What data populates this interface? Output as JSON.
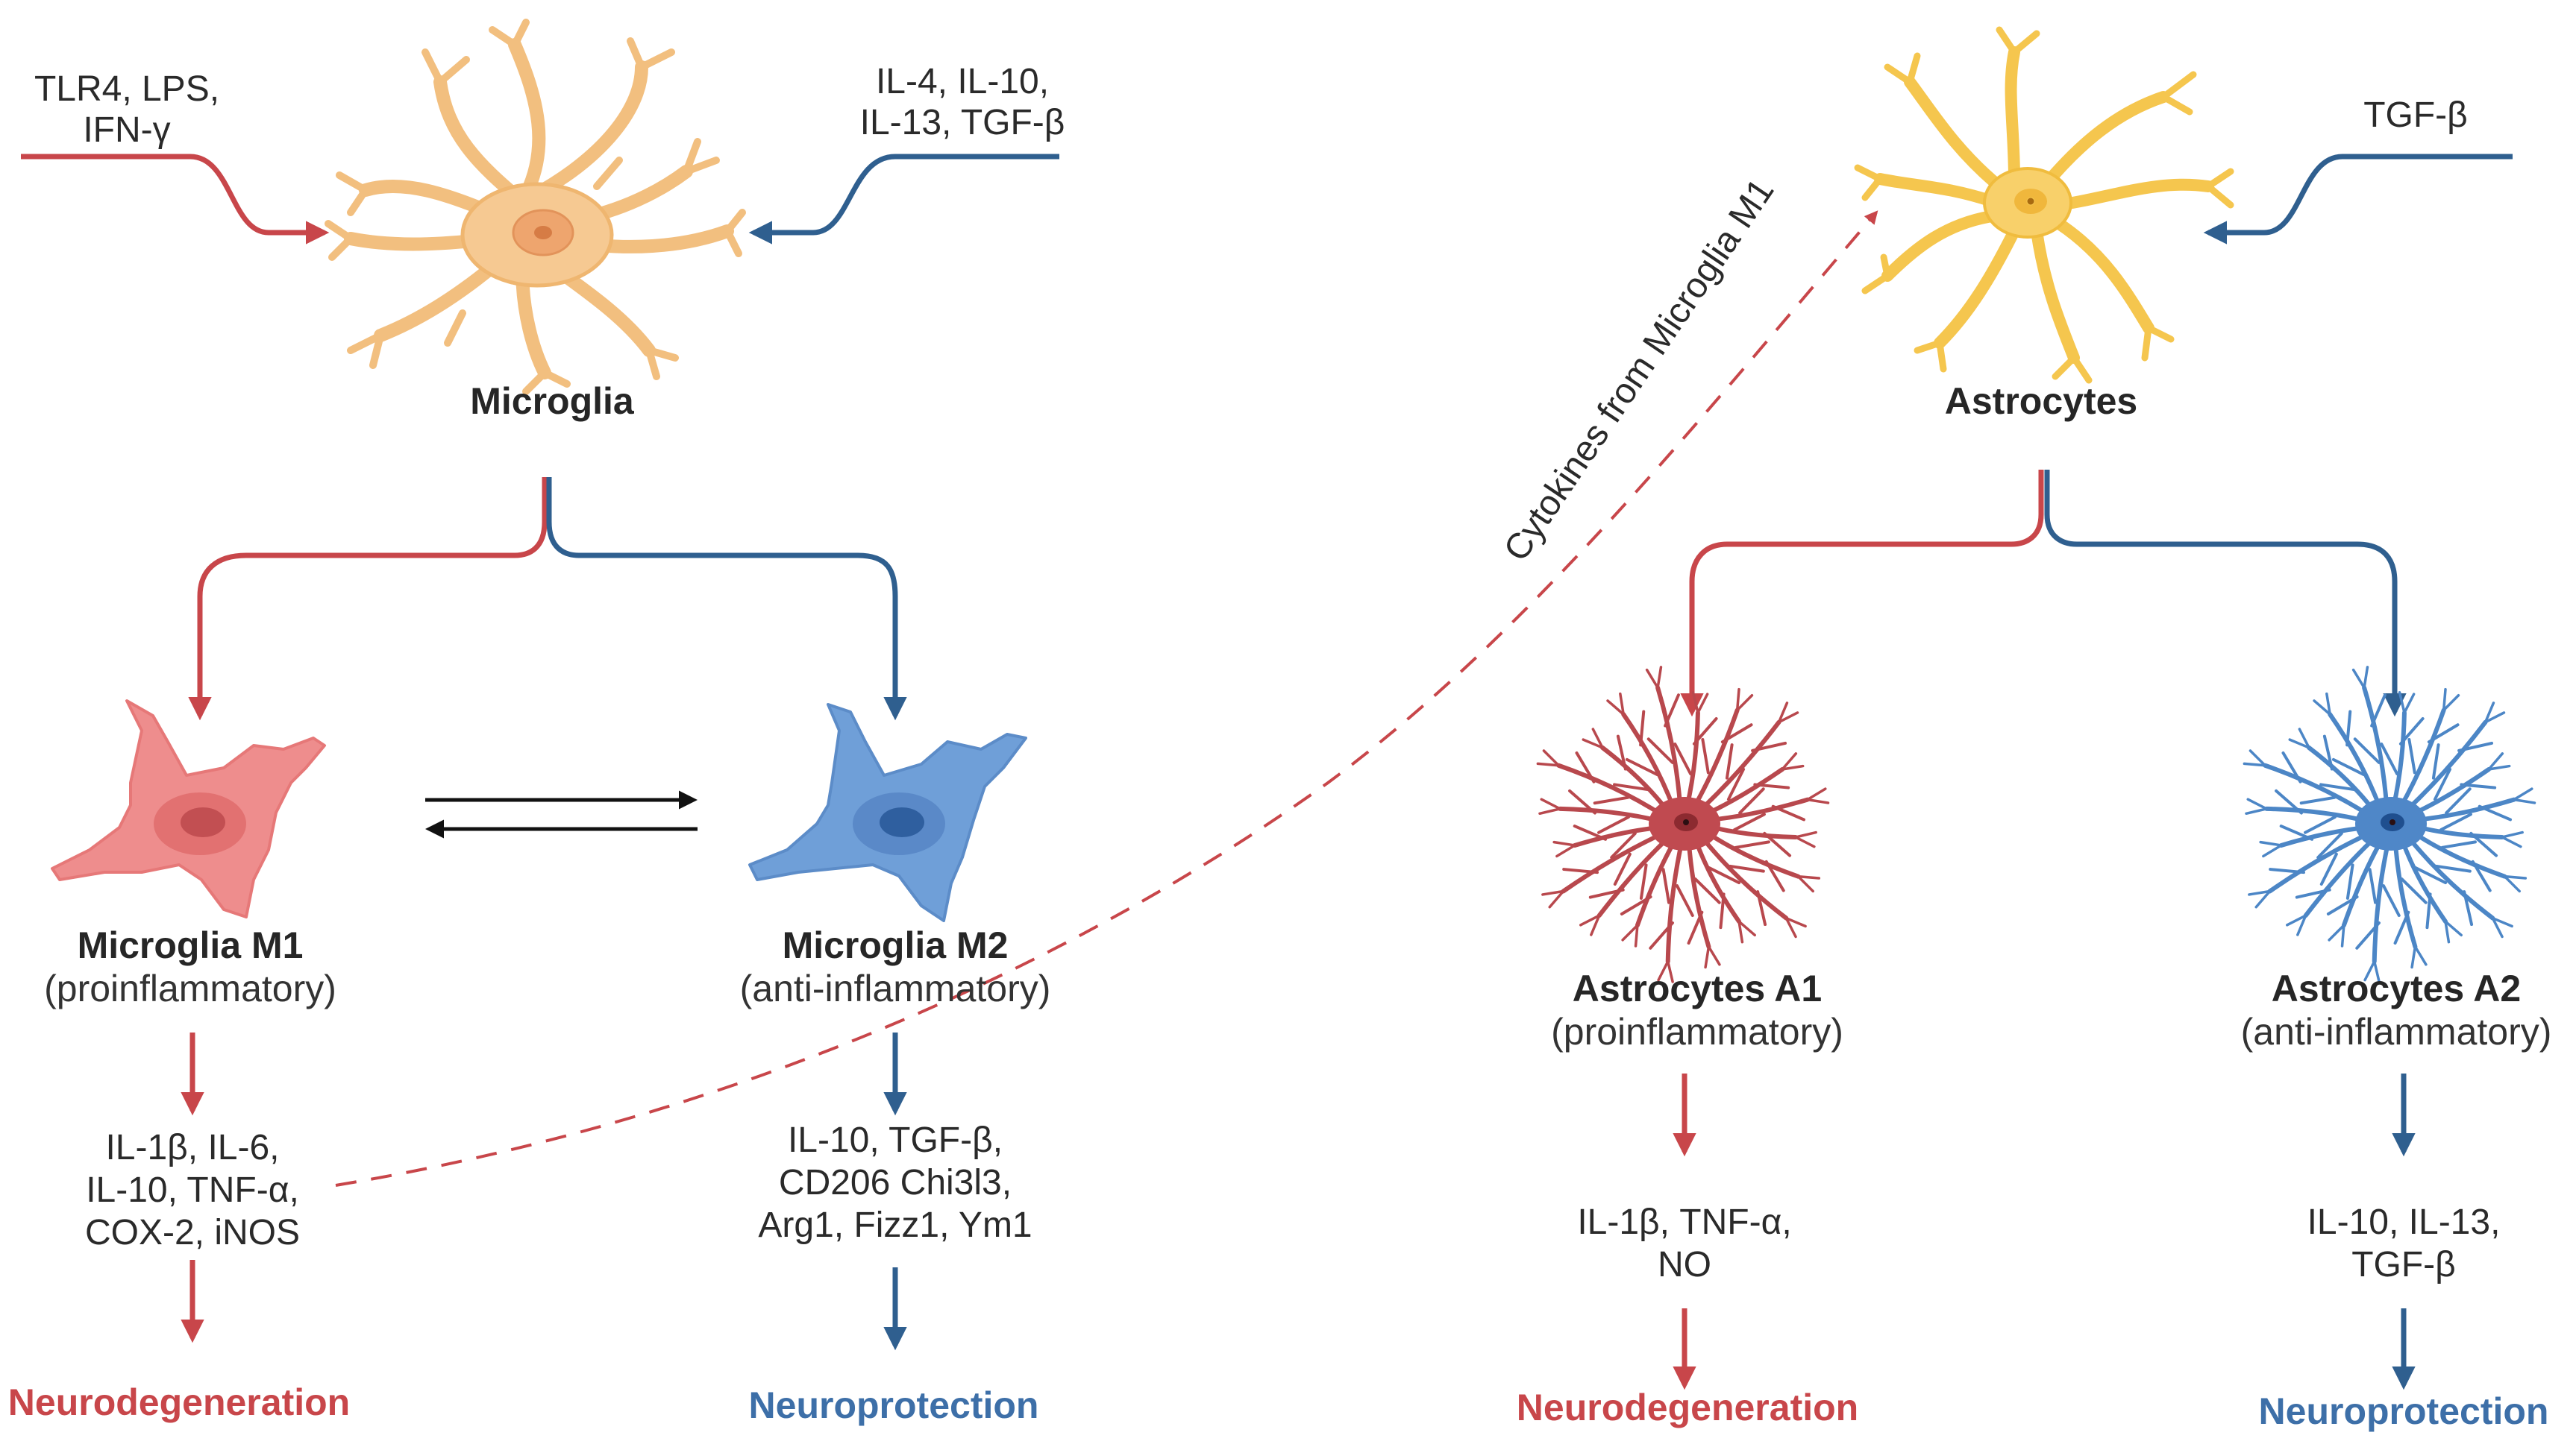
{
  "colors": {
    "red": "#c8464a",
    "blue": "#2f5f8f",
    "outcome_red": "#c8464a",
    "outcome_blue": "#3d6fa8",
    "microglia_body": "#f7c98e",
    "astrocyte_body": "#f6cd5a",
    "m1_body": "#ee8f8f",
    "m2_body": "#6f9fd8",
    "a1_body": "#b8484d",
    "a2_body": "#4c86c6"
  },
  "inputs": {
    "microglia_pro_line1": "TLR4, LPS,",
    "microglia_pro_line2": "IFN-γ",
    "microglia_anti_line1": "IL-4, IL-10,",
    "microglia_anti_line2": "IL-13, TGF-β",
    "astrocyte_anti": "TGF-β"
  },
  "microglia": {
    "title": "Microglia",
    "m1": {
      "title": "Microglia M1",
      "subtitle": "(proinflammatory)",
      "factors": [
        "IL-1β, IL-6,",
        "IL-10, TNF-α,",
        "COX-2, iNOS"
      ],
      "outcome": "Neurodegeneration"
    },
    "m2": {
      "title": "Microglia M2",
      "subtitle": "(anti-inflammatory)",
      "factors": [
        "IL-10, TGF-β,",
        "CD206 Chi3l3,",
        "Arg1, Fizz1, Ym1"
      ],
      "outcome": "Neuroprotection"
    }
  },
  "crosstalk_label": "Cytokines from Microglia M1",
  "astrocytes": {
    "title": "Astrocytes",
    "a1": {
      "title": "Astrocytes A1",
      "subtitle": "(proinflammatory)",
      "factors": [
        "IL-1β, TNF-α,",
        "NO"
      ],
      "outcome": "Neurodegeneration"
    },
    "a2": {
      "title": "Astrocytes A2",
      "subtitle": "(anti-inflammatory)",
      "factors": [
        "IL-10, IL-13,",
        "TGF-β"
      ],
      "outcome": "Neuroprotection"
    }
  }
}
